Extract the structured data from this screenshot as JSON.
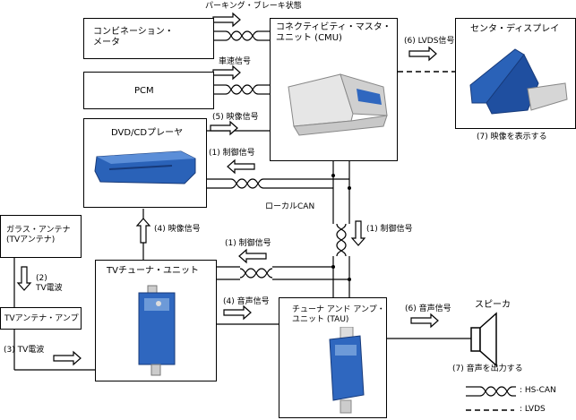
{
  "boxes": {
    "combination_meter": "コンビネーション・\nメータ",
    "pcm": "PCM",
    "dvd_player": "DVD/CDプレーヤ",
    "glass_antenna": "ガラス・アンテナ\n(TVアンテナ)",
    "tv_antenna_amp": "TVアンテナ・アンプ",
    "tv_tuner": "TVチューナ・ユニット",
    "cmu": "コネクティビティ・マスタ・\nユニット (CMU)",
    "center_display": "センタ・ディスプレイ",
    "tau": "チューナ アンド アンプ・\nユニット (TAU)",
    "speaker": "スピーカ"
  },
  "signals": {
    "parking_brake": "パーキング・ブレーキ状態",
    "vehicle_speed": "車速信号",
    "video_5": "(5) 映像信号",
    "control_1_dvd": "(1) 制御信号",
    "local_can": "ローカルCAN",
    "control_1_bus": "(1) 制御信号",
    "video_4": "(4) 映像信号",
    "tv_wave_2": "(2)\nTV電波",
    "tv_wave_3": "(3) TV電波",
    "control_1_tv": "(1) 制御信号",
    "audio_4": "(4) 音声信号",
    "lvds_6": "(6) LVDS信号",
    "show_video_7": "(7) 映像を表示する",
    "audio_6": "(6) 音声信号",
    "output_audio_7": "(7) 音声を出力する"
  },
  "legend": {
    "hs_can": ": HS-CAN",
    "lvds": ": LVDS"
  }
}
